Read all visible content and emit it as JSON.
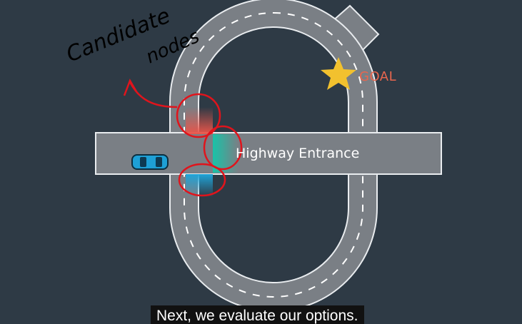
{
  "scene": {
    "road_label": "Highway Entrance",
    "goal_label": "GOAL",
    "annotation_line1": "Candidate",
    "annotation_line2": "nodes"
  },
  "caption": {
    "text": "Next, we evaluate our options."
  },
  "colors": {
    "background": "#2e3a45",
    "road": "#7a7f85",
    "road_edge": "#e9ecef",
    "goal_star": "#f2c12e",
    "goal_text": "#e8664e",
    "candidate_red": "#e8554a",
    "candidate_teal": "#19c3a8",
    "candidate_blue": "#1fa4d8",
    "annotation_red": "#e0141c",
    "car": "#1ea0d6"
  }
}
